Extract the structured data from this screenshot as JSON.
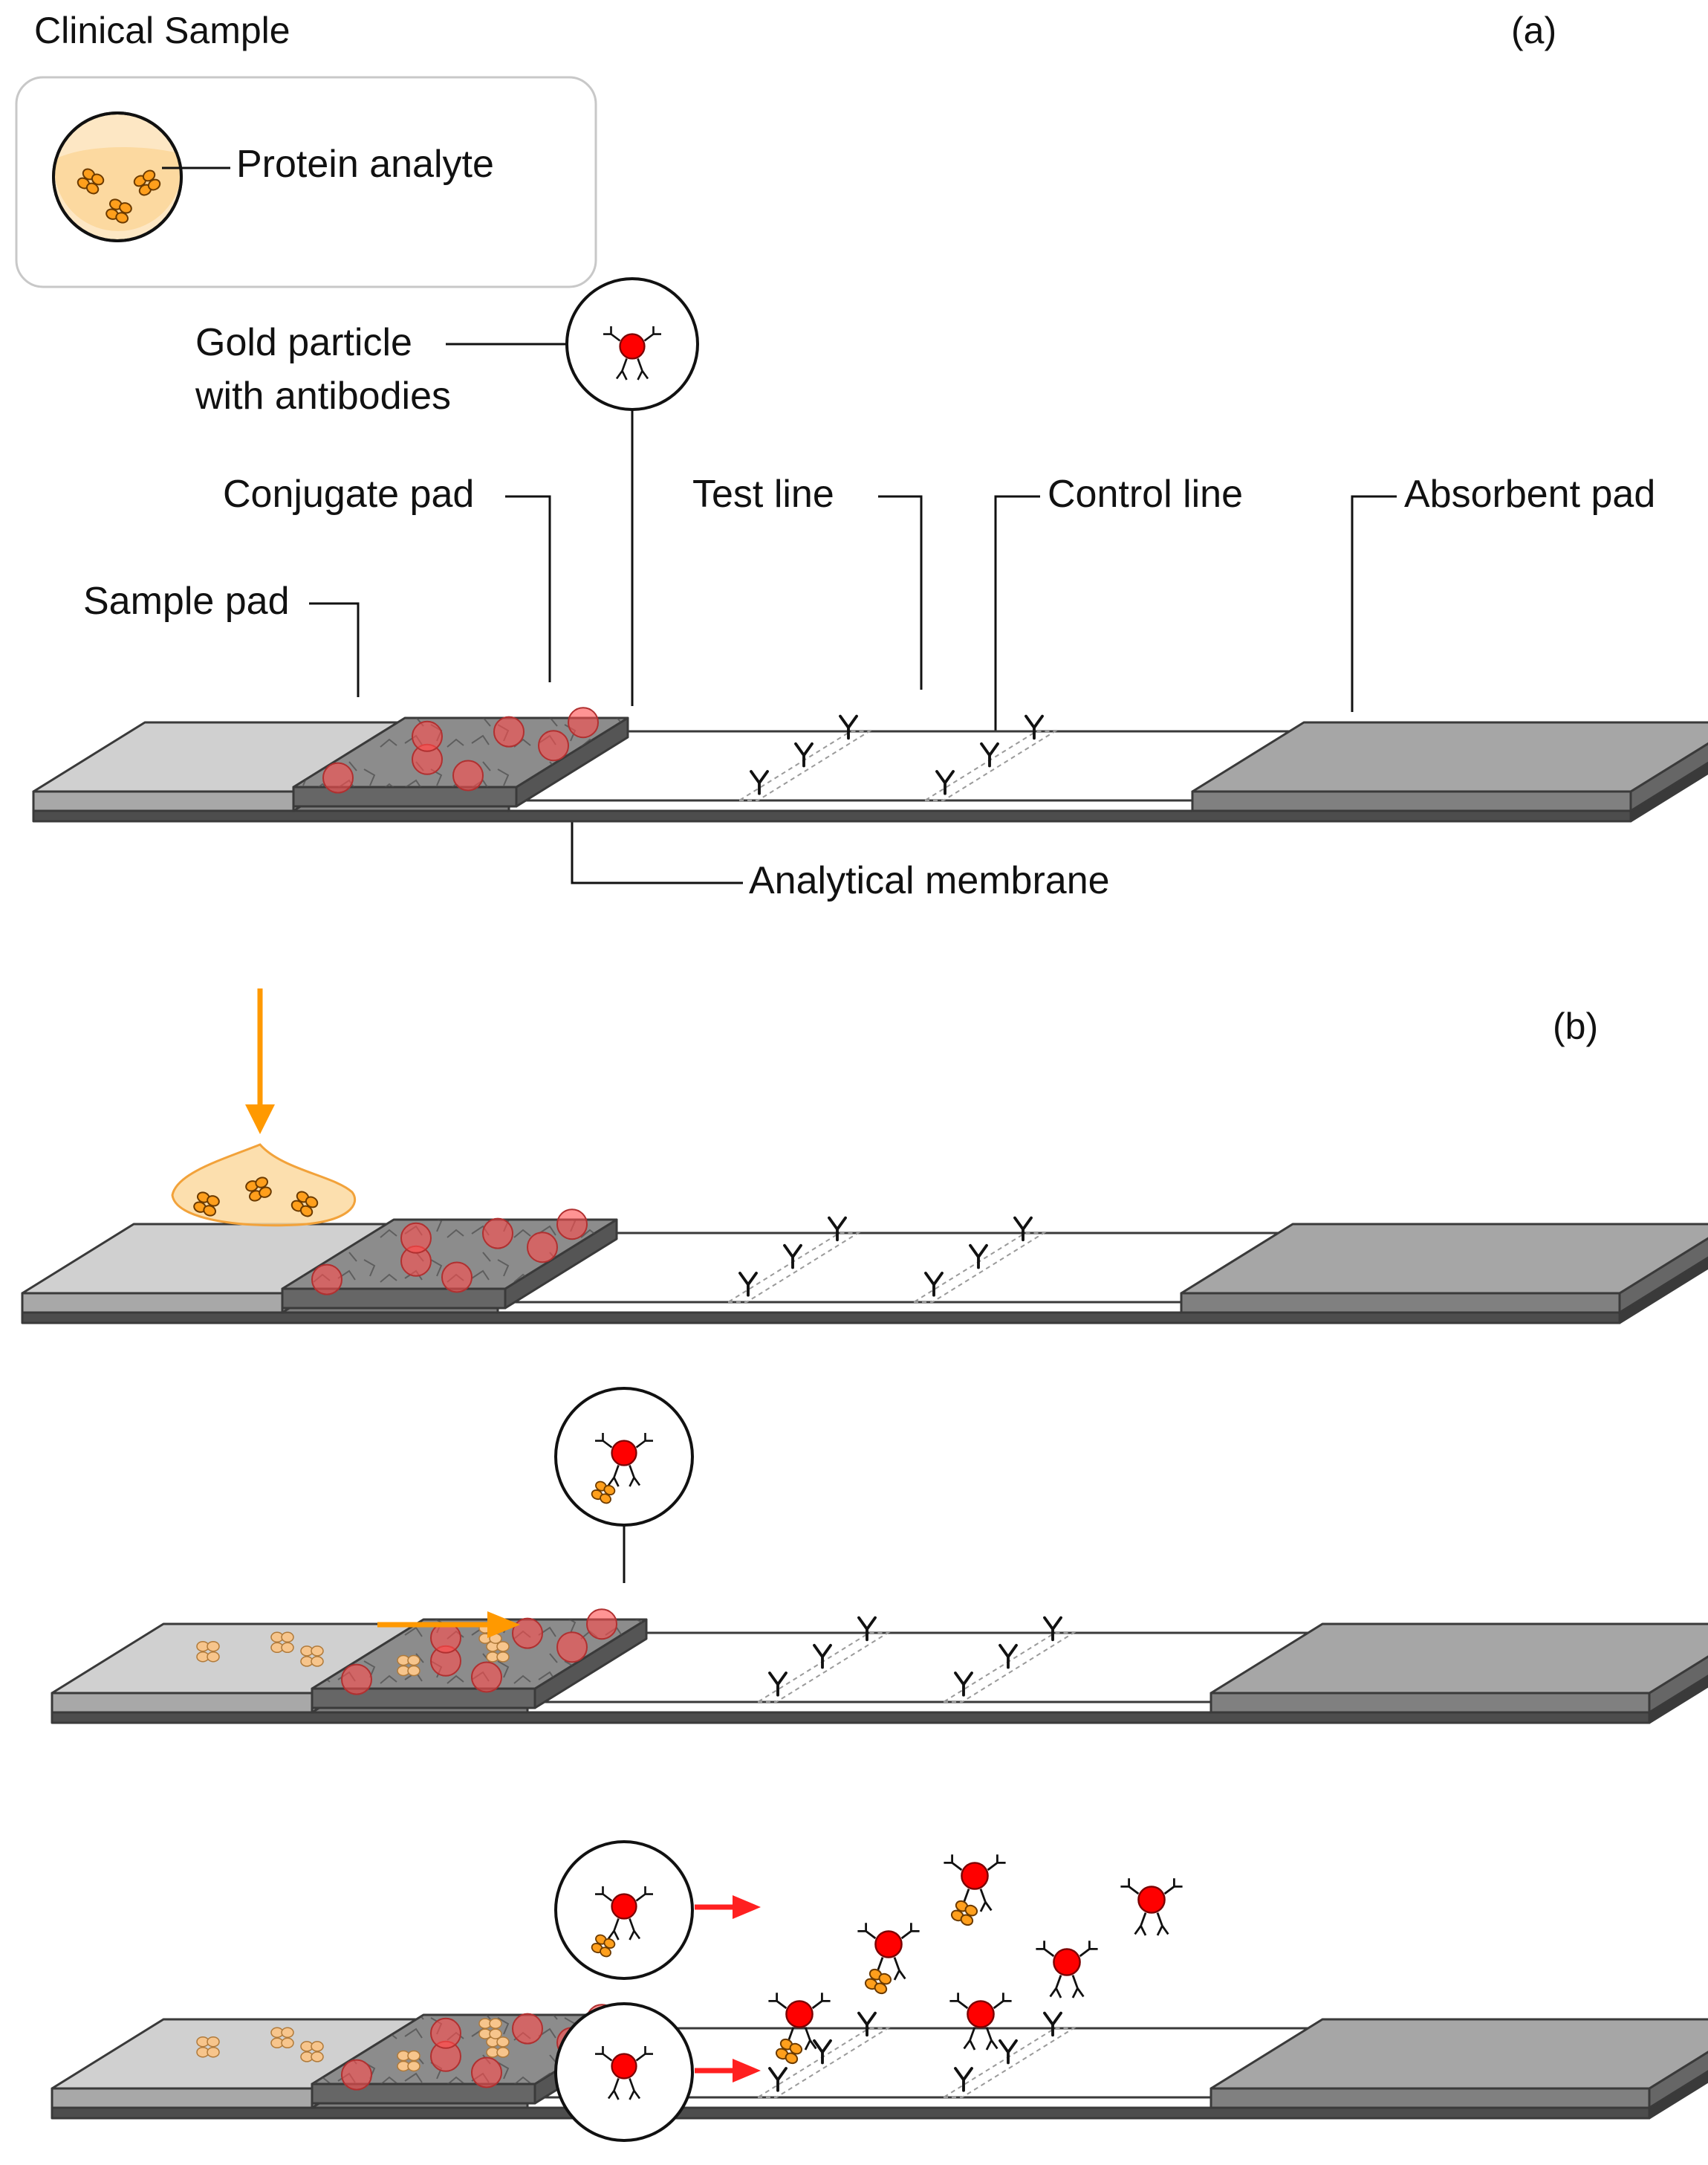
{
  "panel_a": {
    "label": "(a)",
    "clinical_sample_title": "Clinical Sample",
    "protein_analyte": "Protein analyte",
    "gold_particle_line1": "Gold particle",
    "gold_particle_line2": "with antibodies",
    "conjugate_pad": "Conjugate pad",
    "test_line": "Test line",
    "control_line": "Control line",
    "absorbent_pad": "Absorbent pad",
    "sample_pad": "Sample pad",
    "analytical_membrane": "Analytical membrane"
  },
  "panel_b": {
    "label": "(b)"
  },
  "colors": {
    "sample_pad": "#c8c8c8",
    "conjugate_pad": "#7f7f7f",
    "absorbent_pad": "#a6a6a6",
    "membrane": "#ffffff",
    "backing": "#595959",
    "gold": "#ff0000",
    "analyte": "#ffa01e",
    "sample_fluid": "#fcd9a0",
    "flow_arrow": "#ff9900",
    "migration_arrow": "#ff2020"
  }
}
